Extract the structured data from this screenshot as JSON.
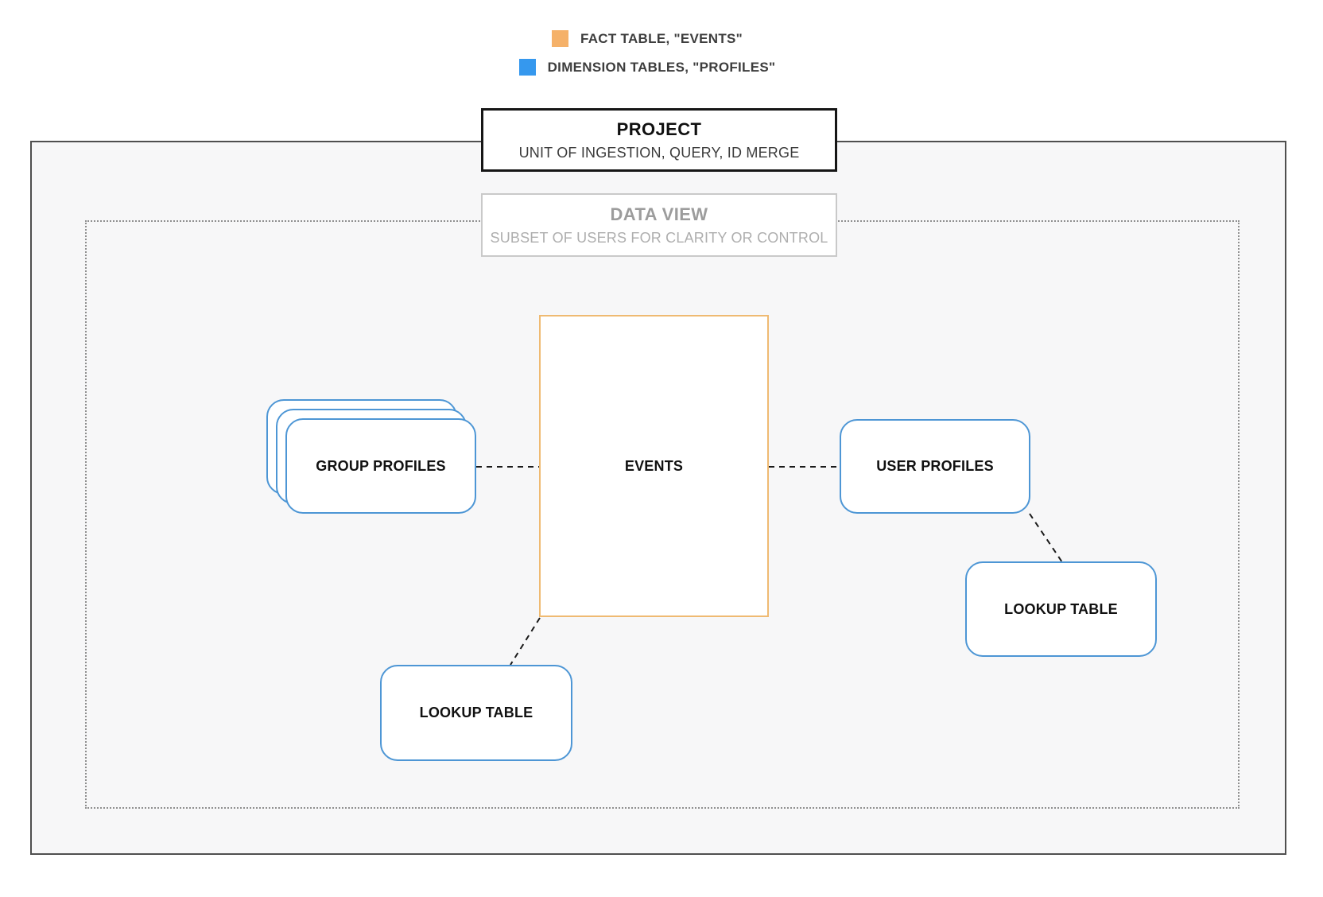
{
  "colors": {
    "fact_swatch": "#f5b169",
    "fact_border": "#efba72",
    "dimension_swatch": "#3598ee",
    "dimension_border": "#4d96d5",
    "outer_border": "#4f4f4f",
    "canvas_background": "#f7f7f8",
    "connector": "#1a1a1a"
  },
  "legend": {
    "items": [
      {
        "name": "fact",
        "label": "FACT TABLE, \"EVENTS\"",
        "swatch_color": "#f5b169"
      },
      {
        "name": "dimension",
        "label": "DIMENSION TABLES, \"PROFILES\"",
        "swatch_color": "#3598ee"
      }
    ]
  },
  "project_banner": {
    "title": "PROJECT",
    "subtitle": "UNIT OF INGESTION, QUERY, ID MERGE"
  },
  "data_view_banner": {
    "title": "DATA VIEW",
    "subtitle": "SUBSET OF USERS FOR CLARITY OR CONTROL"
  },
  "nodes": {
    "events": {
      "label": "EVENTS",
      "type": "fact"
    },
    "group_profiles": {
      "label": "GROUP PROFILES",
      "type": "dimension",
      "stacked": true
    },
    "user_profiles": {
      "label": "USER PROFILES",
      "type": "dimension"
    },
    "lookup_table_right": {
      "label": "LOOKUP TABLE",
      "type": "dimension"
    },
    "lookup_table_bottom": {
      "label": "LOOKUP TABLE",
      "type": "dimension"
    }
  },
  "edges": [
    {
      "from": "group_profiles",
      "to": "events",
      "style": "dashed"
    },
    {
      "from": "events",
      "to": "user_profiles",
      "style": "dashed"
    },
    {
      "from": "user_profiles",
      "to": "lookup_table_right",
      "style": "dashed"
    },
    {
      "from": "events",
      "to": "lookup_table_bottom",
      "style": "dashed"
    }
  ]
}
